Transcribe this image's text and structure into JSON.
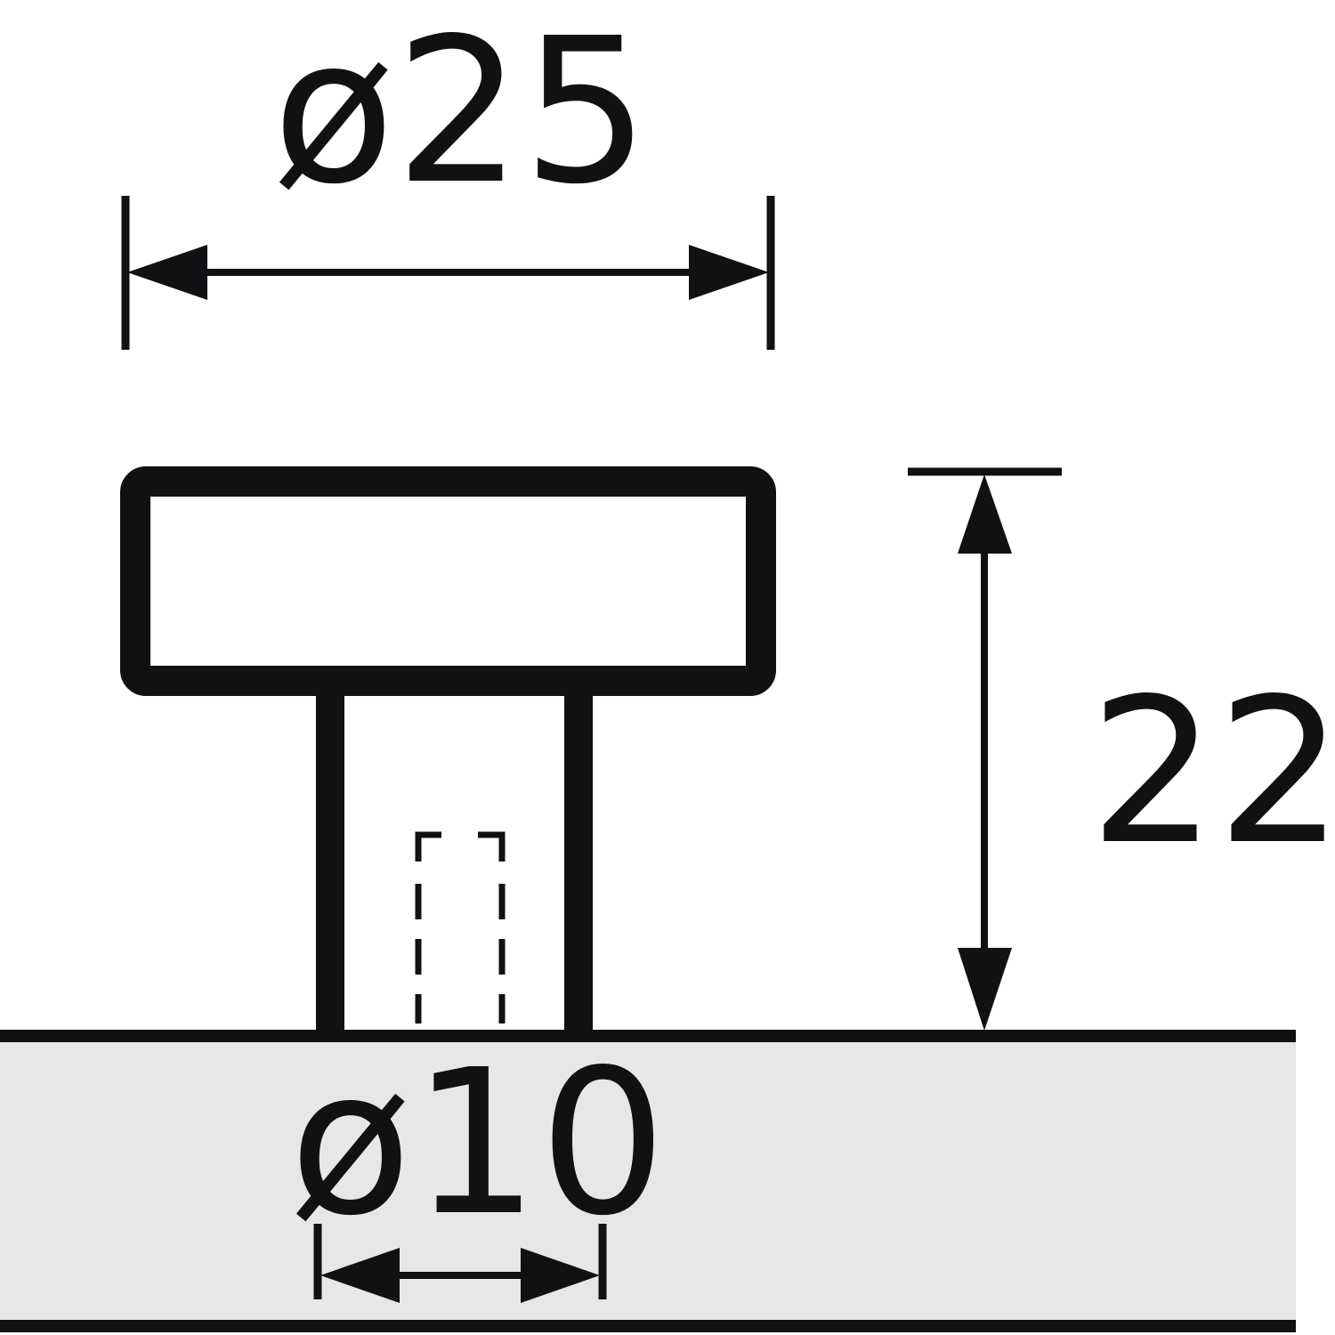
{
  "dimensions": {
    "head_diameter": "ø25",
    "height": "22",
    "stem_diameter": "ø10"
  },
  "colors": {
    "line": "#0f1113",
    "base_fill": "#e6e7e8",
    "background": "#ffffff"
  }
}
